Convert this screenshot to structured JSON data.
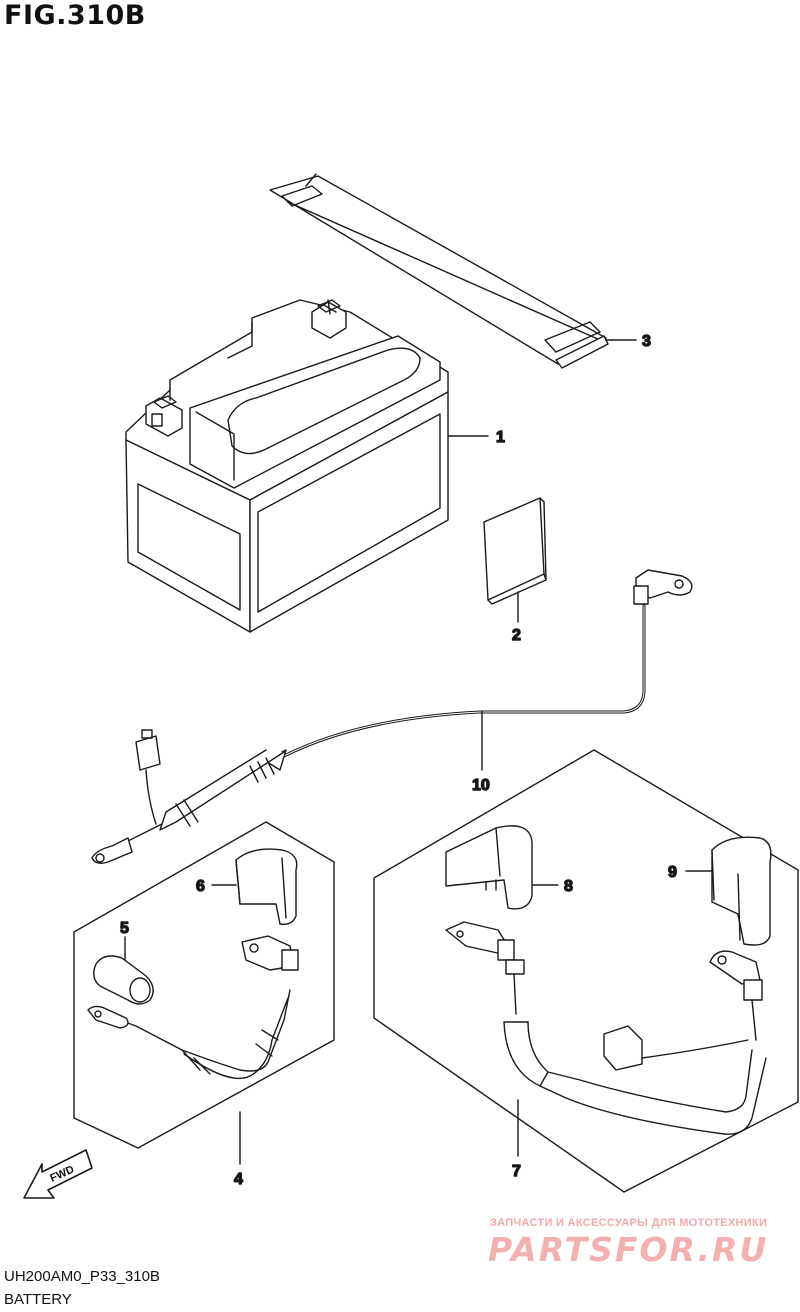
{
  "header": {
    "title": "FIG.310B"
  },
  "callouts": {
    "p1": "1",
    "p2": "2",
    "p3": "3",
    "p4": "4",
    "p5": "5",
    "p6": "6",
    "p7": "7",
    "p8": "8",
    "p9": "9",
    "p10": "10"
  },
  "fwd_label": "FWD",
  "footer": {
    "code": "UH200AM0_P33_310B",
    "name": "BATTERY"
  },
  "watermark": {
    "tagline": "ЗАПЧАСТИ И АКСЕССУАРЫ ДЛЯ МОТОТЕХНИКИ",
    "logo": "PARTSFOR.RU"
  },
  "colors": {
    "line": "#1a1a1a",
    "fill": "#ffffff",
    "watermark": "#f4b0b0"
  }
}
